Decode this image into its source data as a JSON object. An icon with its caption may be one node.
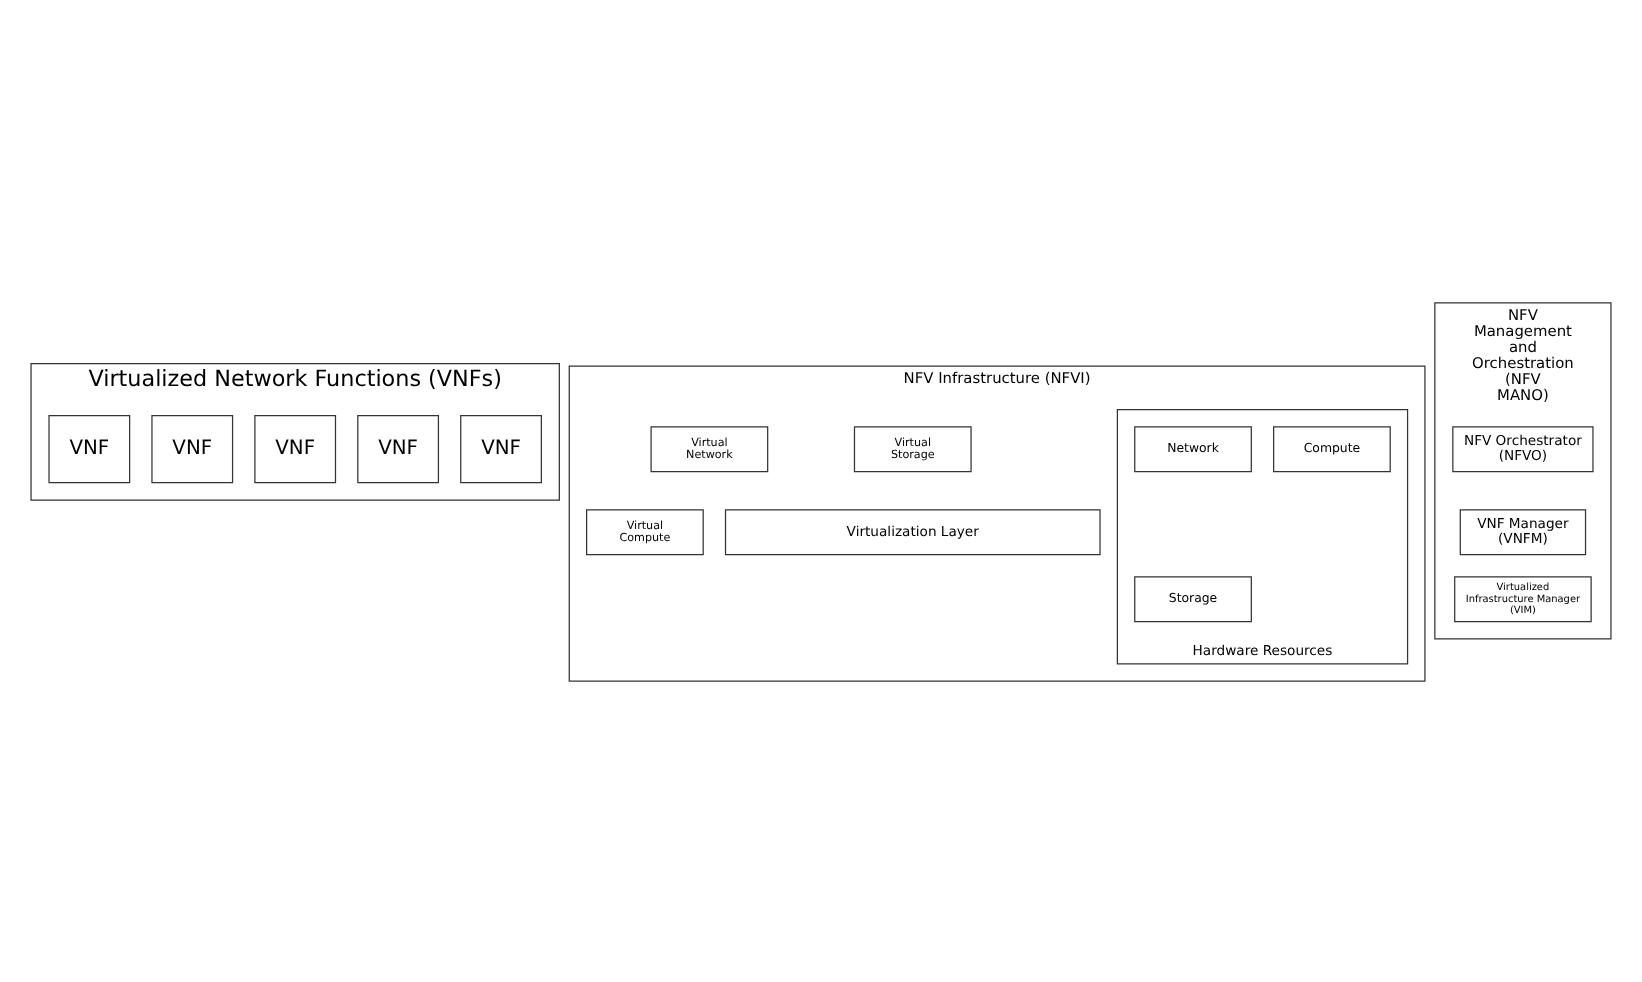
{
  "diagram": {
    "nodes": [
      {
        "text": [
          "Virtualized Network Functions (VNFs)"
        ]
      },
      {
        "text": [
          "VNF"
        ],
        "in": 0
      },
      {
        "text": [
          "VNF"
        ],
        "in": 0
      },
      {
        "text": [
          "VNF"
        ],
        "in": 0
      },
      {
        "text": [
          "VNF"
        ],
        "in": 0
      },
      {
        "text": [
          "VNF"
        ],
        "in": 0
      },
      {
        "text": [
          "NFV Infrastructure (NFVI)"
        ]
      },
      {
        "text": [
          "Virtual Compute"
        ],
        "in": 6
      },
      {
        "text": [
          "Virtual Storage"
        ],
        "in": 6
      },
      {
        "text": [
          "Virtual Network"
        ],
        "in": 6
      },
      {
        "text": [
          "Virtualization Layer"
        ],
        "in": 6
      },
      {
        "text": [
          "Hardware Resources"
        ],
        "in": 6
      },
      {
        "text": [
          "Compute"
        ],
        "in": 11
      },
      {
        "text": [
          "Storage"
        ],
        "in": 11
      },
      {
        "text": [
          "Network"
        ],
        "in": 11
      },
      {
        "text": [
          "NFV Management and Orchestration (NFV MANO)"
        ]
      },
      {
        "text": [
          "NFV Orchestrator (NFVO)"
        ],
        "in": 15
      },
      {
        "text": [
          "VNF Manager (VNFM)"
        ],
        "in": 15
      },
      {
        "text": [
          "Virtualized Infrastructure Manager (VIM)"
        ],
        "in": 15
      }
    ],
    "edges": []
  }
}
